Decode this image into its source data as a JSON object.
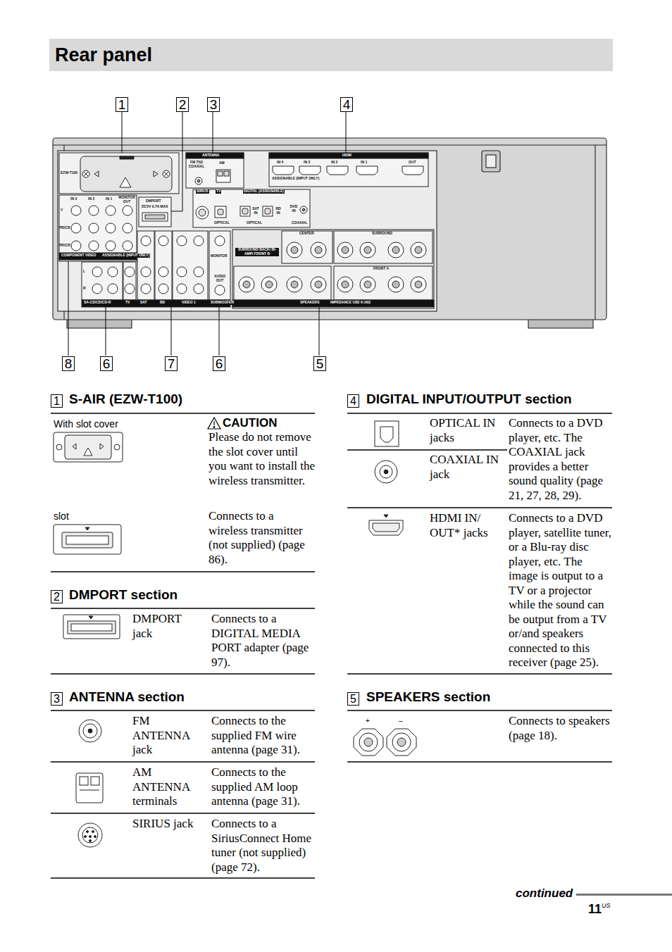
{
  "diagram": {
    "title": "Rear panel",
    "nodes": [
      {
        "text": [
          "1"
        ]
      },
      {
        "text": [
          "2"
        ]
      },
      {
        "text": [
          "3"
        ]
      },
      {
        "text": [
          "4"
        ]
      },
      {
        "text": [
          "8"
        ]
      },
      {
        "text": [
          "6"
        ]
      },
      {
        "text": [
          "7"
        ]
      },
      {
        "text": [
          "6"
        ]
      },
      {
        "text": [
          "5"
        ]
      },
      {
        "text": [
          "1"
        ]
      },
      {
        "text": [
          "2"
        ]
      },
      {
        "text": [
          "3"
        ]
      },
      {
        "text": [
          "4"
        ]
      },
      {
        "text": [
          "5"
        ]
      }
    ],
    "labels": [
      "EZW-T100",
      "ANTENNA",
      "FM 75Ω COAXIAL",
      "AM",
      "HDMI",
      "IN 4",
      "IN 3",
      "IN 2",
      "IN 1",
      "OUT",
      "ASSIGNABLE (INPUT ONLY)",
      "DMPORT",
      "DC5V 0.7A MAX",
      "SIRIUS",
      "TV",
      "DIGITAL (ASSIGNABLE)",
      "OPTICAL",
      "OPTICAL",
      "COAXIAL",
      "SAT IN",
      "BD IN",
      "DVD IN",
      "CENTER",
      "SURROUND",
      "FRONT A",
      "SURROUND BACK/ BI-AMP/ FRONT B",
      "SPEAKERS",
      "IMPEDANCE USE 6-16Ω",
      "COMPONENT VIDEO",
      "ASSIGNABLE (INPUT ONLY)",
      "IN 3",
      "IN 2",
      "IN 1",
      "MONITOR OUT",
      "Y",
      "PB/CB",
      "PR/CR",
      "SA-CD/CD/CD-R",
      "TV",
      "SAT",
      "BD",
      "VIDEO 1",
      "SUBWOOFER",
      "MONITOR",
      "AUDIO OUT",
      "L",
      "R",
      "S-AIR (EZW-T100)",
      "With slot cover",
      "CAUTION",
      "Please do not remove the slot cover until you want to install the wireless transmitter.",
      "slot",
      "Connects to a wireless transmitter (not supplied) (page 86).",
      "DMPORT section",
      "DMPORT jack",
      "Connects to a DIGITAL MEDIA PORT adapter (page 97).",
      "ANTENNA section",
      "FM ANTENNA jack",
      "Connects to the supplied FM wire antenna (page 31).",
      "AM ANTENNA terminals",
      "Connects to the supplied AM loop antenna (page 31).",
      "SIRIUS jack",
      "Connects to a SiriusConnect Home tuner (not supplied) (page 72).",
      "DIGITAL INPUT/OUTPUT section",
      "OPTICAL IN jacks",
      "COAXIAL IN jack",
      "Connects to a DVD player, etc. The COAXIAL jack provides a better sound quality (page 21, 27, 28, 29).",
      "HDMI IN/ OUT* jacks",
      "Connects to a DVD player, satellite tuner, or a Blu-ray disc player, etc. The image is output to a TV or a projector while the sound can be output from a TV or/and speakers connected to this receiver (page 25).",
      "SPEAKERS section",
      "+",
      "–",
      "Connects to speakers (page 18).",
      "continued",
      "11",
      "US"
    ]
  }
}
